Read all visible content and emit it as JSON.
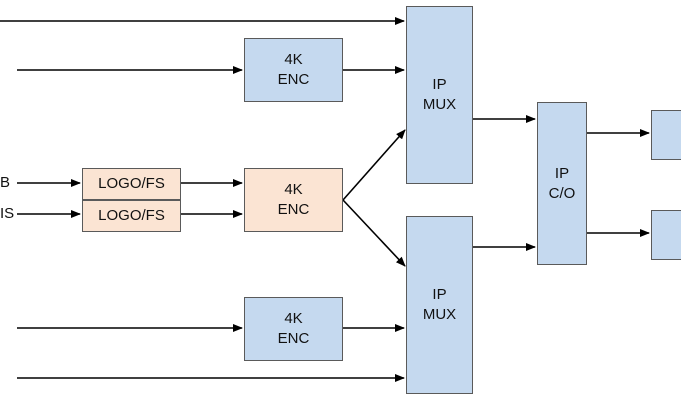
{
  "inputs": {
    "top_cut": "B",
    "bottom_cut": "IS"
  },
  "logo_fs_1": {
    "label": "LOGO/FS"
  },
  "logo_fs_2": {
    "label": "LOGO/FS"
  },
  "enc_top": {
    "line1": "4K",
    "line2": "ENC"
  },
  "enc_mid": {
    "line1": "4K",
    "line2": "ENC"
  },
  "enc_bot": {
    "line1": "4K",
    "line2": "ENC"
  },
  "mux_top": {
    "line1": "IP",
    "line2": "MUX"
  },
  "mux_bot": {
    "line1": "IP",
    "line2": "MUX"
  },
  "ipco": {
    "line1": "IP",
    "line2": "C/O"
  },
  "colors": {
    "block_blue": "#c5d9ef",
    "block_peach": "#fbe4d3",
    "line": "#000000"
  }
}
